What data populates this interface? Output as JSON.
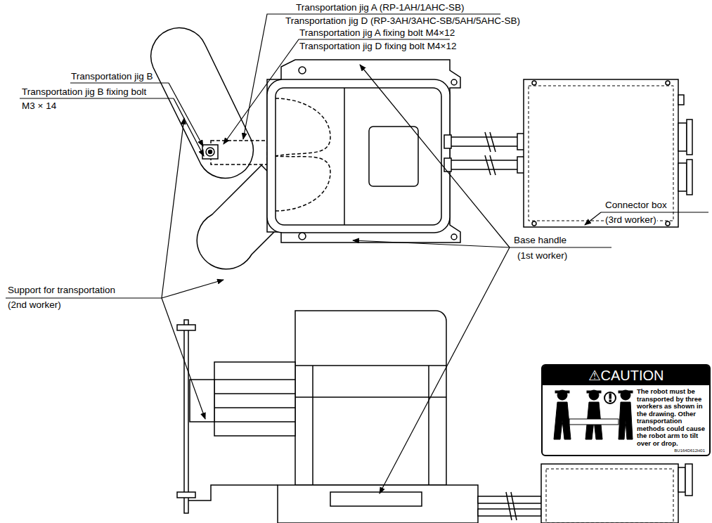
{
  "diagram": {
    "nodes": [
      {
        "text": [
          "⚠CAUTION",
          "The robot must be transported by three workers as shown in the drawing. Other transportation methods could cause the robot arm to tilt over or drop.",
          "BU164D612H01"
        ]
      }
    ],
    "labels": [
      "Transportation jig A (RP-1AH/1AHC-SB)",
      "Transportation jig D (RP-3AH/3AHC-SB/5AH/5AHC-SB)",
      "Transportation jig A fixing bolt M4×12",
      "Transportation jig D fixing bolt M4×12",
      "Transportation jig B",
      "Transportation jig B fixing bolt",
      "M3 × 14",
      "Connector box",
      "(3rd worker)",
      "Base handle",
      "(1st worker)",
      "Support for transportation",
      "(2nd worker)"
    ]
  }
}
